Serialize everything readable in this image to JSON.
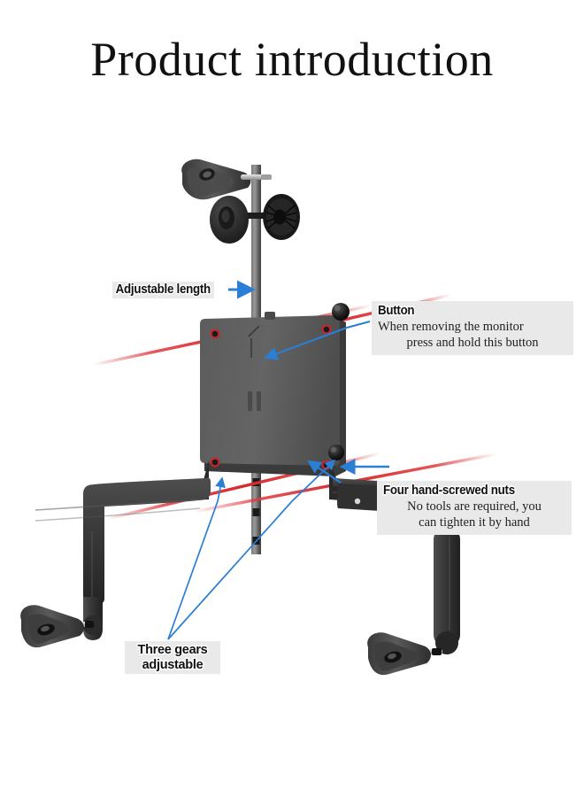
{
  "page": {
    "title": "Product introduction",
    "background_color": "#ffffff"
  },
  "colors": {
    "arrow_blue": "#2a7fd4",
    "highlight_red": "#e0383c",
    "body_dark": "#4a4a4a",
    "plate_gray": "#5e5e5e",
    "callout_bg": "#e9e9e9",
    "text_dark": "#111111",
    "metal_silver": "#c9c9c9"
  },
  "callouts": [
    {
      "id": "adjustable-length",
      "heading": "Adjustable length",
      "body": "",
      "align": "left"
    },
    {
      "id": "button",
      "heading": "Button",
      "body_line1": "When removing the monitor",
      "body_line2": "press and hold this button",
      "align": "left"
    },
    {
      "id": "four-hand-screwed-nuts",
      "heading": "Four hand-screwed nuts",
      "body_line1": "No tools are required, you",
      "body_line2": "can tighten it by hand",
      "align": "left"
    },
    {
      "id": "three-gears-adjustable",
      "heading_line1": "Three gears",
      "heading_line2": "adjustable",
      "body": "",
      "align": "center"
    }
  ],
  "product": {
    "name": "monitor mount bracket",
    "parts": [
      "top-clamp-lever",
      "vertical-post",
      "thumbscrew-knob",
      "mounting-plate",
      "release-button",
      "left-arm",
      "right-arm",
      "left-clamp",
      "right-clamp",
      "corner-nuts"
    ]
  }
}
